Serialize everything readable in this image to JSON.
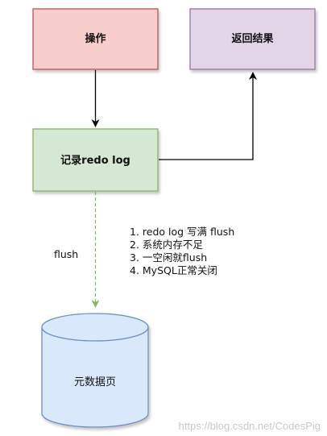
{
  "nodes": {
    "operation": {
      "label": "操作",
      "fill": "#f8cecc",
      "stroke": "#b85450"
    },
    "return_result": {
      "label": "返回结果",
      "fill": "#e1d5e7",
      "stroke": "#9673a6"
    },
    "write_redo_log": {
      "label": "记录redo log",
      "fill": "#d5e8d4",
      "stroke": "#82b366"
    },
    "data_page": {
      "label": "元数据页",
      "fill": "#dae8fc",
      "stroke": "#6c8ebf"
    }
  },
  "edges": {
    "flush_label": "flush",
    "flush_edge_color": "#82b366"
  },
  "flush_conditions": [
    "1. redo log 写满 flush",
    "2. 系统内存不足",
    "3. 一空闲就flush",
    "4. MySQL正常关闭"
  ],
  "watermark": "https://blog.csdn.net/CodesPig"
}
